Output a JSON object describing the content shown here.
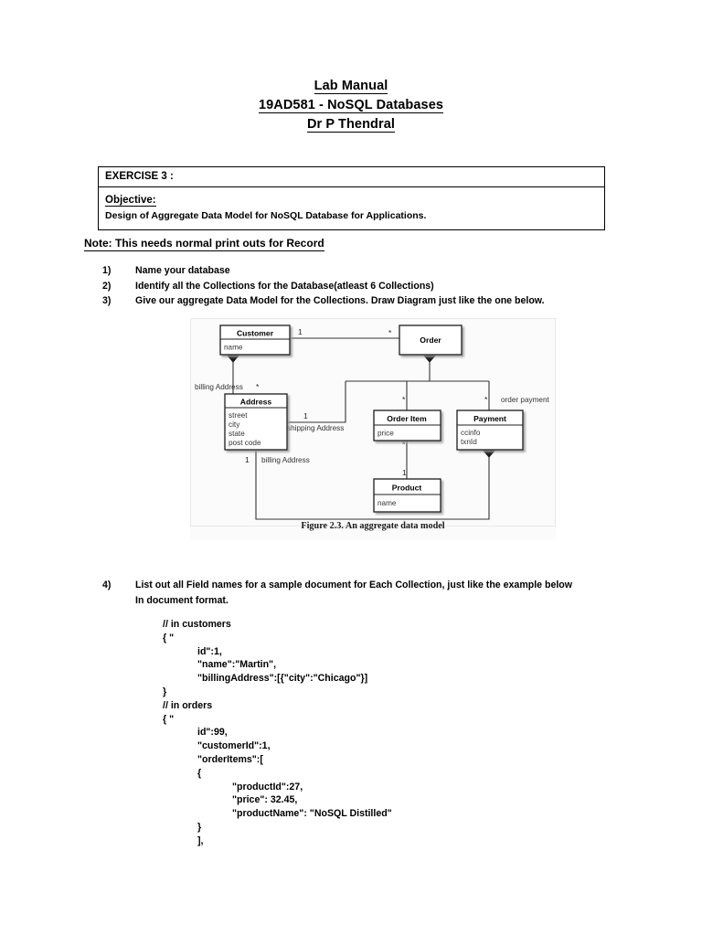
{
  "header": {
    "lines": [
      "Lab Manual",
      "19AD581 - NoSQL Databases",
      "Dr P Thendral"
    ]
  },
  "exercise_box": {
    "title": "EXERCISE 3 :",
    "objective_label": "Objective:",
    "objective_text": "Design of Aggregate Data Model for NoSQL Database for Applications."
  },
  "note": "Note: This needs normal print outs for Record",
  "tasks": [
    {
      "num": "1)",
      "text": "Name your database"
    },
    {
      "num": "2)",
      "text": "Identify all the Collections for the Database(atleast 6 Collections)"
    },
    {
      "num": "3)",
      "text": "Give our aggregate Data Model for the Collections. Draw Diagram just like the one below."
    }
  ],
  "task4": {
    "num": "4)",
    "line1": "List out all Field names for a sample document for Each Collection, just like the example below",
    "line2": "In document format."
  },
  "figure": {
    "caption": "Figure 2.3. An aggregate data model",
    "classes": [
      {
        "name": "Customer",
        "attributes": [
          "name"
        ]
      },
      {
        "name": "Order",
        "attributes": []
      },
      {
        "name": "Address",
        "attributes": [
          "street",
          "city",
          "state",
          "post code"
        ]
      },
      {
        "name": "Order Item",
        "attributes": [
          "price"
        ]
      },
      {
        "name": "Payment",
        "attributes": [
          "ccinfo",
          "txnId"
        ]
      },
      {
        "name": "Product",
        "attributes": [
          "name"
        ]
      }
    ],
    "edge_labels": [
      "billing Address",
      "shipping Address",
      "billing Address",
      "order payment"
    ],
    "multiplicities": [
      "1",
      "*",
      "*",
      "1",
      "*",
      "*",
      "*",
      "1",
      "1"
    ]
  },
  "code": {
    "lines": [
      {
        "indent": 0,
        "text": "// in customers"
      },
      {
        "indent": 0,
        "text": "{ \""
      },
      {
        "indent": 1,
        "text": "id\":1,"
      },
      {
        "indent": 1,
        "text": "\"name\":\"Martin\","
      },
      {
        "indent": 1,
        "text": "\"billingAddress\":[{\"city\":\"Chicago\"}]"
      },
      {
        "indent": 0,
        "text": "}"
      },
      {
        "indent": 0,
        "text": "// in orders"
      },
      {
        "indent": 0,
        "text": "{ \""
      },
      {
        "indent": 1,
        "text": "id\":99,"
      },
      {
        "indent": 1,
        "text": "\"customerId\":1,"
      },
      {
        "indent": 1,
        "text": "\"orderItems\":["
      },
      {
        "indent": 1,
        "text": "{"
      },
      {
        "indent": 2,
        "text": "\"productId\":27,"
      },
      {
        "indent": 2,
        "text": "\"price\": 32.45,"
      },
      {
        "indent": 2,
        "text": "\"productName\": \"NoSQL Distilled\""
      },
      {
        "indent": 1,
        "text": "}"
      },
      {
        "indent": 1,
        "text": "],"
      }
    ]
  }
}
